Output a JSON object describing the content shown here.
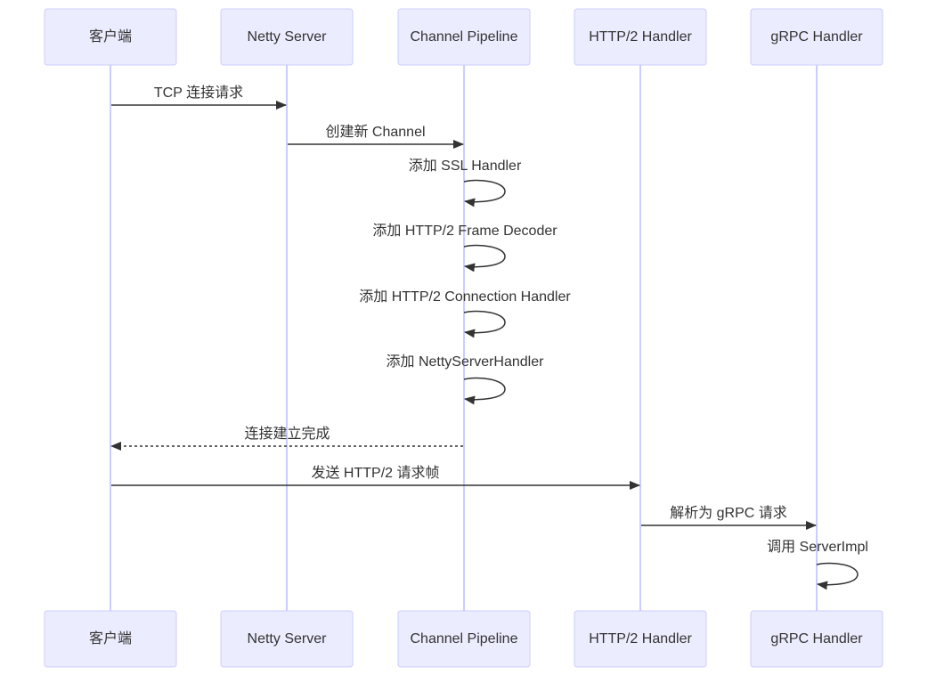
{
  "diagram": {
    "type": "sequence",
    "colors": {
      "actor_fill": "#ECECFF",
      "actor_border": "#CCCCFF",
      "lifeline": "#CCCCFF",
      "message": "#333333"
    },
    "participants": [
      {
        "id": "client",
        "label": "客户端"
      },
      {
        "id": "netty",
        "label": "Netty Server"
      },
      {
        "id": "pipeline",
        "label": "Channel Pipeline"
      },
      {
        "id": "http2",
        "label": "HTTP/2 Handler"
      },
      {
        "id": "grpc",
        "label": "gRPC Handler"
      }
    ],
    "messages": [
      {
        "from": "client",
        "to": "netty",
        "label": "TCP 连接请求",
        "style": "solid"
      },
      {
        "from": "netty",
        "to": "pipeline",
        "label": "创建新 Channel",
        "style": "solid"
      },
      {
        "from": "pipeline",
        "to": "pipeline",
        "label": "添加 SSL Handler",
        "style": "solid"
      },
      {
        "from": "pipeline",
        "to": "pipeline",
        "label": "添加 HTTP/2 Frame Decoder",
        "style": "solid"
      },
      {
        "from": "pipeline",
        "to": "pipeline",
        "label": "添加 HTTP/2 Connection Handler",
        "style": "solid"
      },
      {
        "from": "pipeline",
        "to": "pipeline",
        "label": "添加 NettyServerHandler",
        "style": "solid"
      },
      {
        "from": "pipeline",
        "to": "client",
        "label": "连接建立完成",
        "style": "dashed"
      },
      {
        "from": "client",
        "to": "http2",
        "label": "发送 HTTP/2 请求帧",
        "style": "solid"
      },
      {
        "from": "http2",
        "to": "grpc",
        "label": "解析为 gRPC 请求",
        "style": "solid"
      },
      {
        "from": "grpc",
        "to": "grpc",
        "label": "调用 ServerImpl",
        "style": "solid"
      }
    ]
  }
}
